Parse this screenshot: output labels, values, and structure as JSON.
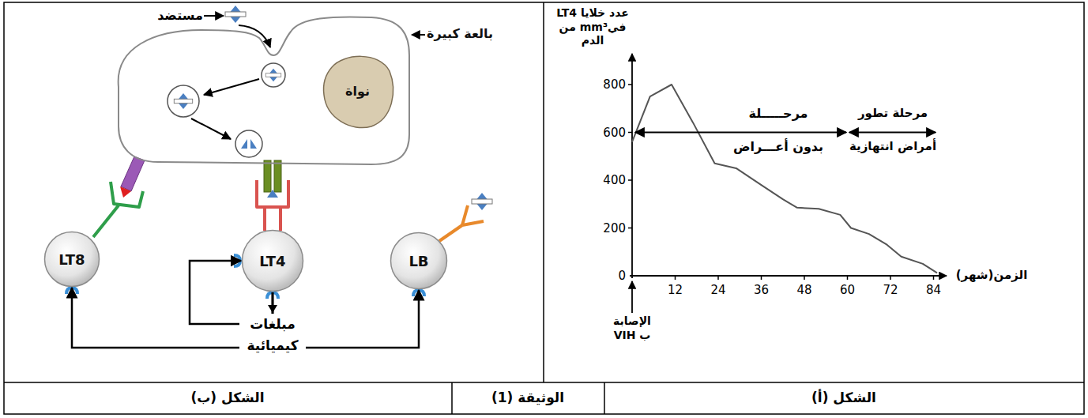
{
  "diagram": {
    "nodes": [
      {
        "text": [
          "بالعة كبيرة"
        ]
      },
      {
        "text": [
          "نواة"
        ],
        "in": 0
      },
      {
        "text": [
          "LT8"
        ]
      },
      {
        "text": [
          "LT4"
        ]
      },
      {
        "text": [
          "LB"
        ]
      }
    ],
    "edges": [
      {
        "from": 3,
        "to": 2,
        "arrow": "to"
      },
      {
        "from": 3,
        "to": 3,
        "arrow": "to"
      },
      {
        "from": 3,
        "to": 4,
        "arrow": "to"
      }
    ],
    "labels": [
      "عدد خلايا LT4 فيmm³ من الدم",
      "800",
      "600",
      "400",
      "200",
      "0",
      "12",
      "24",
      "36",
      "48",
      "60",
      "72",
      "84",
      "الزمن(شهر)",
      "الإصابة ب VIH",
      "مرحـــــلة",
      "بدون أعـــراض",
      "مرحلة تطور",
      "أمراض انتهازية",
      "مستضد",
      "مبلغات كيميائية",
      "الشكل (ب)",
      "الوثيقة (1)",
      "الشكل (أ)"
    ]
  }
}
